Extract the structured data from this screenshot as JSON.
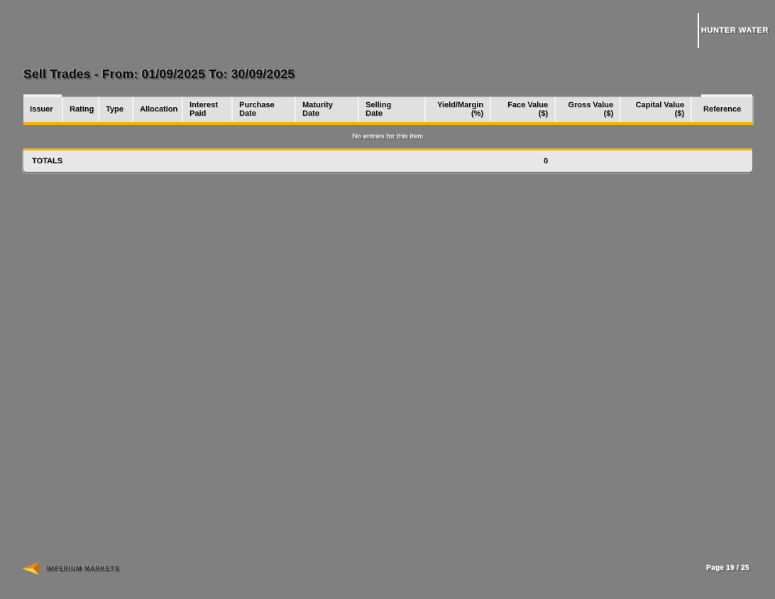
{
  "header": {
    "logo_text": "HUNTER WATER"
  },
  "report": {
    "title": "Sell Trades - From: 01/09/2025 To: 30/09/2025"
  },
  "table": {
    "columns": [
      {
        "label": "Issuer",
        "line1": "Issuer",
        "line2": "",
        "align": "left"
      },
      {
        "label": "Rating",
        "line1": "Rating",
        "line2": "",
        "align": "left"
      },
      {
        "label": "Type",
        "line1": "Type",
        "line2": "",
        "align": "left"
      },
      {
        "label": "Allocation",
        "line1": "Allocation",
        "line2": "",
        "align": "left"
      },
      {
        "label": "Interest Paid",
        "line1": "Interest",
        "line2": "Paid",
        "align": "left"
      },
      {
        "label": "Purchase Date",
        "line1": "Purchase",
        "line2": "Date",
        "align": "left"
      },
      {
        "label": "Maturity Date",
        "line1": "Maturity",
        "line2": "Date",
        "align": "left"
      },
      {
        "label": "Selling Date",
        "line1": "Selling",
        "line2": "Date",
        "align": "left"
      },
      {
        "label": "Yield/Margin (%)",
        "line1": "Yield/Margin",
        "line2": "(%)",
        "align": "right"
      },
      {
        "label": "Face Value ($)",
        "line1": "Face Value",
        "line2": "($)",
        "align": "right"
      },
      {
        "label": "Gross Value ($)",
        "line1": "Gross Value",
        "line2": "($)",
        "align": "right"
      },
      {
        "label": "Capital Value ($)",
        "line1": "Capital Value",
        "line2": "($)",
        "align": "right"
      },
      {
        "label": "Reference",
        "line1": "Reference",
        "line2": "",
        "align": "center"
      }
    ],
    "empty_message": "No entries for this item",
    "totals": {
      "label": "TOTALS",
      "face_value_total": "0"
    }
  },
  "footer": {
    "brand": "IMPERIUM MARKETS",
    "page_label": "Page 19 / 25"
  },
  "colors": {
    "page_background": "#808080",
    "accent_gold": "#EEB211",
    "header_background": "#E0E0E0",
    "totals_background": "#E8E8E8",
    "logo_orange": "#F28A0A",
    "logo_yellow": "#FFD23F"
  }
}
